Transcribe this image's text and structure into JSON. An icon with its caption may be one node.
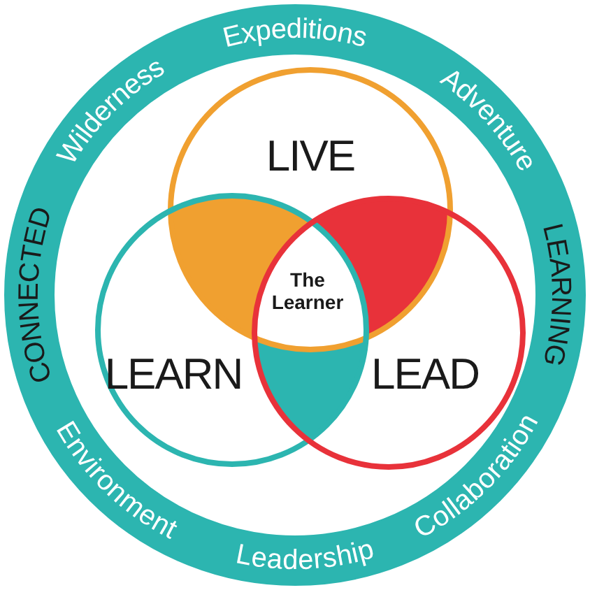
{
  "diagram": {
    "nodes": [
      {
        "text": [
          "Expeditions",
          "Wilderness",
          "Adventure",
          "CONNECTED",
          "LEARNING",
          "Environment",
          "Leadership",
          "Collaboration"
        ]
      },
      {
        "text": [
          "LIVE"
        ],
        "in": 0
      },
      {
        "text": [
          "LEARN"
        ],
        "in": 0
      },
      {
        "text": [
          "LEAD"
        ],
        "in": 0
      },
      {
        "text": [
          "The Learner"
        ]
      }
    ],
    "edges": []
  }
}
